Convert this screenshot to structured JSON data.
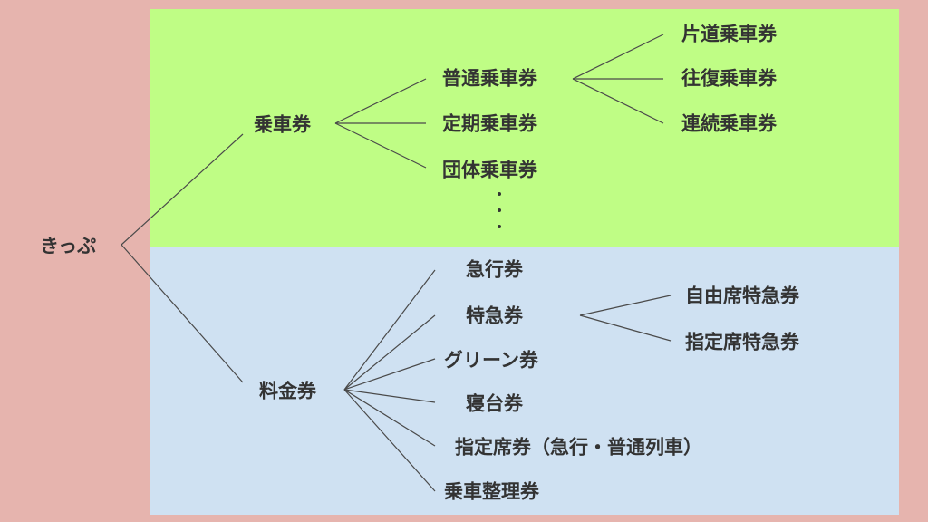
{
  "colors": {
    "background": "#e6b4ae",
    "upper_panel": "#bffd85",
    "lower_panel": "#cfe1f2",
    "text": "#333333",
    "line": "#4a4a4a"
  },
  "root": "きっぷ",
  "branches": {
    "joshaken": {
      "label": "乗車券",
      "children": [
        "普通乗車券",
        "定期乗車券",
        "団体乗車券"
      ],
      "futsu_children": [
        "片道乗車券",
        "往復乗車券",
        "連続乗車券"
      ]
    },
    "ryokinken": {
      "label": "料金券",
      "children": [
        "急行券",
        "特急券",
        "グリーン券",
        "寝台券",
        "指定席券（急行・普通列車）",
        "乗車整理券"
      ],
      "tokkyu_children": [
        "自由席特急券",
        "指定席特急券"
      ]
    }
  }
}
